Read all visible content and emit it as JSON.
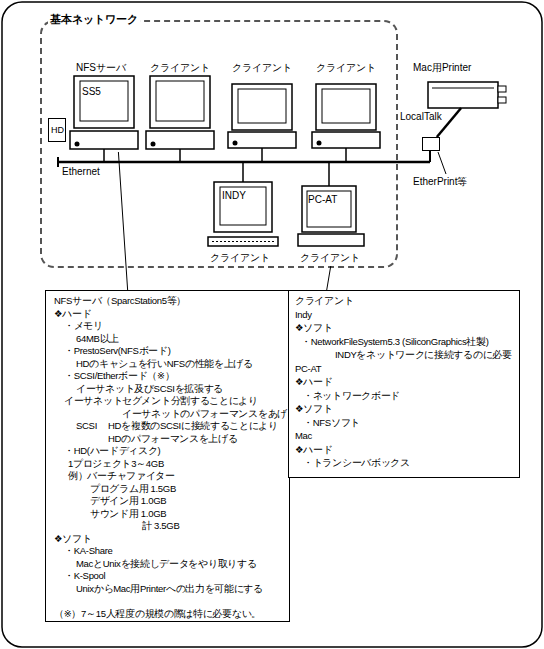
{
  "diagram": {
    "nodes": [
      {
        "text": [
          "基本ネットワーク"
        ]
      },
      {
        "text": [
          "NFSサーバ",
          "SS5"
        ],
        "in": 0
      },
      {
        "text": [
          "クライアント"
        ],
        "in": 0
      },
      {
        "text": [
          "クライアント"
        ],
        "in": 0
      },
      {
        "text": [
          "クライアント"
        ],
        "in": 0
      },
      {
        "text": [
          "INDY",
          "クライアント"
        ],
        "in": 0
      },
      {
        "text": [
          "PC-AT",
          "クライアント"
        ],
        "in": 0
      },
      {
        "text": [
          "HD"
        ],
        "in": 0
      },
      {
        "text": [
          "Mac用Printer"
        ]
      },
      {
        "text": [
          "EtherPrint等"
        ]
      },
      {
        "text": [
          "NFSサーバ（SparcStation5等）",
          "❖ハード",
          "・メモリ",
          "64MB以上",
          "・PrestoServ(NFSボード)",
          "HDのキャシュを行いNFSの性能を上げる",
          "・SCSI/Etherボード（※）",
          "イーサネット及びSCSIを拡張する",
          "イーサネット",
          "セグメント分割することにより イーサネットのパフォーマンスをあげる",
          "SCSI",
          "HDを複数のSCSIに接続することにより HDのパフォーマンスを上げる",
          "・HD(ハードディスク)",
          "1プロジェクト3～4GB",
          "例）バーチャファイター",
          "プログラム用 1.5GB",
          "デザイン用 1.0GB",
          "サウンド用 1.0GB",
          "計 3.5GB",
          "❖ソフト",
          "・KA-Share",
          "MacとUnixを接続しデータをやり取りする",
          "・K-Spool",
          "UnixからMac用Printerへの出力を可能にする",
          "（※）7～15人程度の規模の際は特に必要ない。"
        ]
      },
      {
        "text": [
          "クライアント",
          "Indy",
          "❖ソフト",
          "・NetworkFileSystem5.3 (SiliconGraphics社製)",
          "INDYをネットワークに接続するのに必要",
          "PC-AT",
          "❖ハード",
          "・ネットワークボード",
          "❖ソフト",
          "・NFSソフト",
          "Mac",
          "❖ハード",
          "・トランシーバボックス"
        ]
      }
    ],
    "edges": [
      {
        "from": 1,
        "to": 10,
        "arrow": "none"
      },
      {
        "from": 6,
        "to": 11,
        "arrow": "none"
      },
      {
        "from": 8,
        "to": 9,
        "label": "LocalTalk",
        "arrow": "none"
      }
    ],
    "labels": [
      "Ethernet"
    ]
  }
}
